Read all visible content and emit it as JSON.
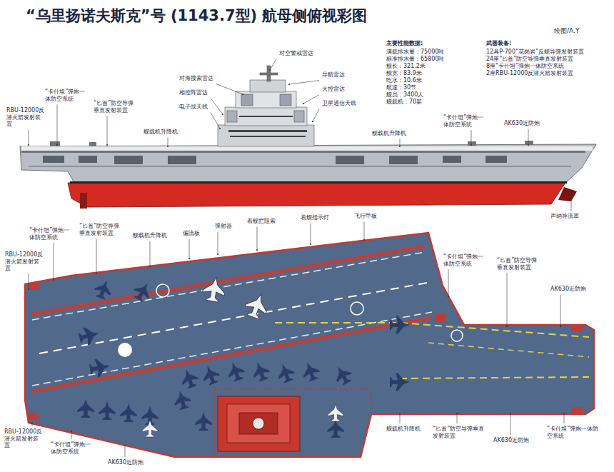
{
  "diagram": {
    "title": "“乌里扬诺夫斯克”号 (1143.7型) 航母侧俯视彩图",
    "labels": [
      "绘图/A.Y",
      "主要性能数据:",
      "满载排水量：75000吨",
      "标准排水量：65800吨",
      "舰长：321.2米",
      "舰宽：83.9米",
      "吃水：10.6米",
      "航速：30节",
      "舰员：3400人",
      "舰载机：70架",
      "武器装备:",
      "12具P-700“花岗岩”反舰导弹发射装置",
      "24座“匕首”防空导弹垂直发射装置",
      "8座“卡什坦”弹炮一体防空系统",
      "2座RBU-12000反潜火箭发射装置",
      "“卡什坦”弹炮一体防空系统",
      "RBU-12000反潜火箭发射装置",
      "“匕首”防空导弹垂直发射装置",
      "舰载机升降机",
      "对空警戒雷达",
      "对海搜索雷达",
      "相控阵雷达",
      "电子战天线",
      "导航雷达",
      "火控雷达",
      "卫星通信天线",
      "舰载机升降机",
      "“卡什坦”弹炮一体防空系统",
      "AK630近防炮",
      "声纳导流罩",
      "“卡什坦”弹炮一体防空系统",
      "RBU-12000反潜火箭发射装置",
      "“匕首”防空导弹垂直发射装置",
      "舰载机升降机",
      "偏流板",
      "弹射器",
      "着舰拦阻索",
      "着舰指示灯",
      "飞行甲板",
      "“卡什坦”弹炮一体防空系统",
      "“匕首”防空导弹垂直发射装置",
      "AK630近防炮",
      "RBU-12000反潜火箭发射装置",
      "“卡什坦”弹炮一体防空系统",
      "AK630近防炮",
      "舰载机升降机",
      "“匕首”防空导弹垂直发射装置",
      "AK630近防炮",
      "“卡什坦”弹炮一体防空系统"
    ]
  }
}
